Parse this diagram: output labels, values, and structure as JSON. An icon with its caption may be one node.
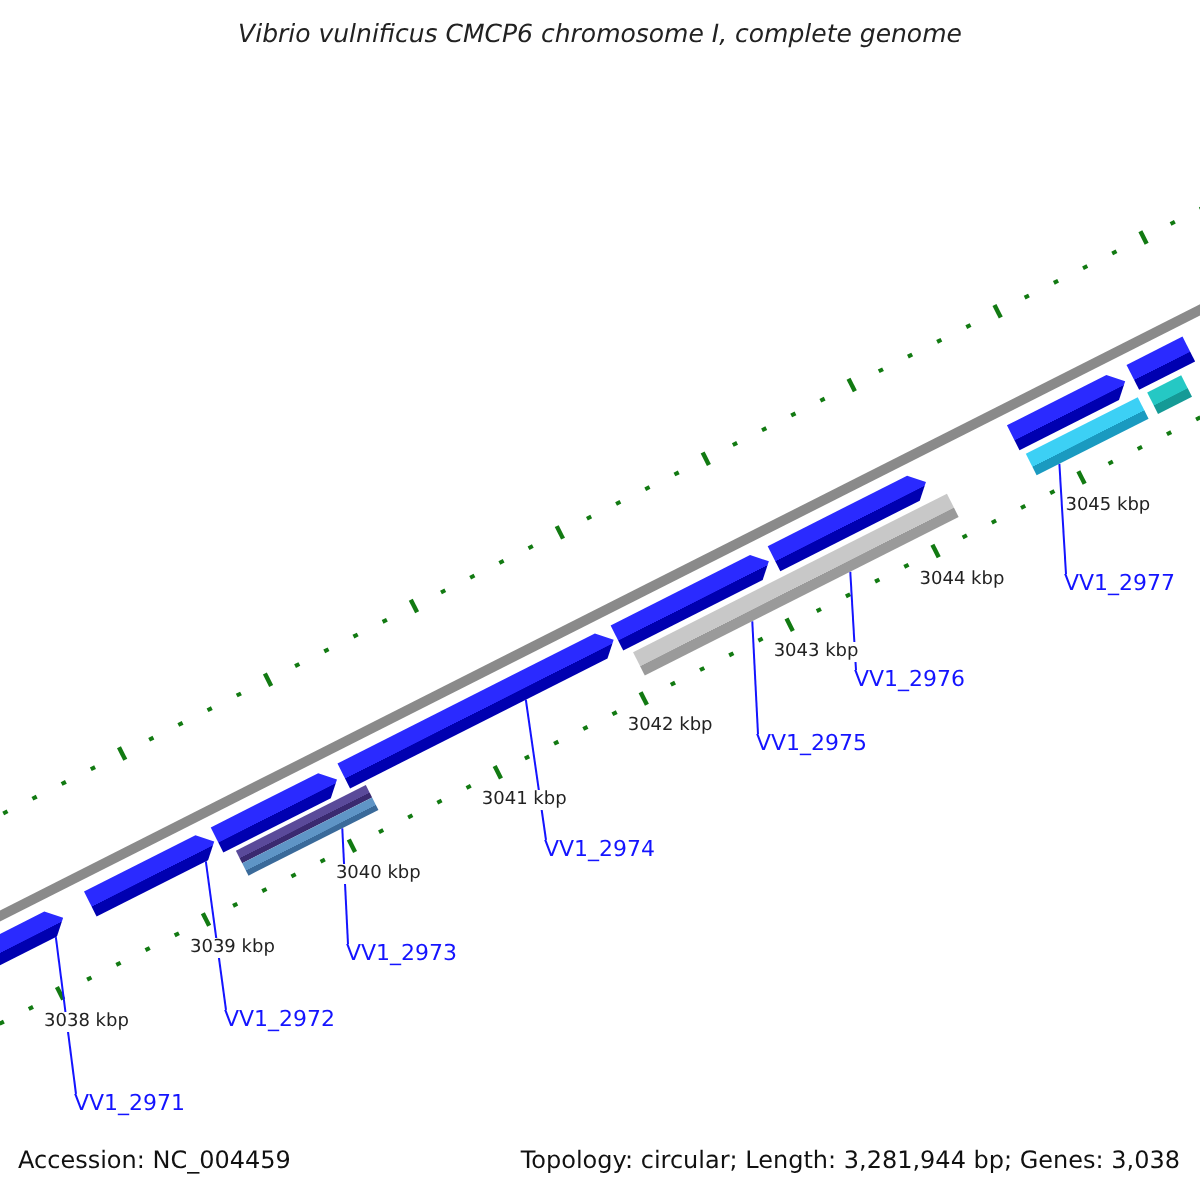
{
  "diagram": {
    "title": "Vibrio vulnificus CMCP6 chromosome I, complete genome",
    "nodes": [
      {
        "text": [],
        "shape": "arrow"
      },
      {
        "text": [],
        "shape": "arrow"
      },
      {
        "text": [],
        "shape": "arrow"
      },
      {
        "text": [],
        "shape": "bar"
      },
      {
        "text": [],
        "shape": "bar"
      },
      {
        "text": [],
        "shape": "arrow"
      },
      {
        "text": [],
        "shape": "arrow"
      },
      {
        "text": [],
        "shape": "bar"
      },
      {
        "text": [],
        "shape": "arrow"
      },
      {
        "text": [],
        "shape": "arrow"
      },
      {
        "text": [],
        "shape": "bar"
      },
      {
        "text": [],
        "shape": "bar"
      },
      {
        "text": [],
        "shape": "bar"
      },
      {
        "text": [
          "VV1_2971"
        ]
      },
      {
        "text": [
          "VV1_2972"
        ]
      },
      {
        "text": [
          "VV1_2973"
        ]
      },
      {
        "text": [
          "VV1_2974"
        ]
      },
      {
        "text": [
          "VV1_2975"
        ]
      },
      {
        "text": [
          "VV1_2976"
        ]
      },
      {
        "text": [
          "VV1_2977"
        ]
      }
    ],
    "edges": [
      {
        "from": 13,
        "to": 0,
        "arrow": "none"
      },
      {
        "from": 14,
        "to": 1,
        "arrow": "none"
      },
      {
        "from": 15,
        "to": 4,
        "arrow": "none"
      },
      {
        "from": 16,
        "to": 5,
        "arrow": "none"
      },
      {
        "from": 17,
        "to": 7,
        "arrow": "none"
      },
      {
        "from": 18,
        "to": 7,
        "arrow": "none"
      },
      {
        "from": 19,
        "to": 10,
        "arrow": "none"
      }
    ],
    "labels": [
      "3038 kbp",
      "3039 kbp",
      "3040 kbp",
      "3041 kbp",
      "3042 kbp",
      "3043 kbp",
      "3044 kbp",
      "3045 kbp",
      "Accession: NC_004459",
      "Topology: circular; Length: 3,281,944 bp; Genes: 3,038"
    ]
  }
}
